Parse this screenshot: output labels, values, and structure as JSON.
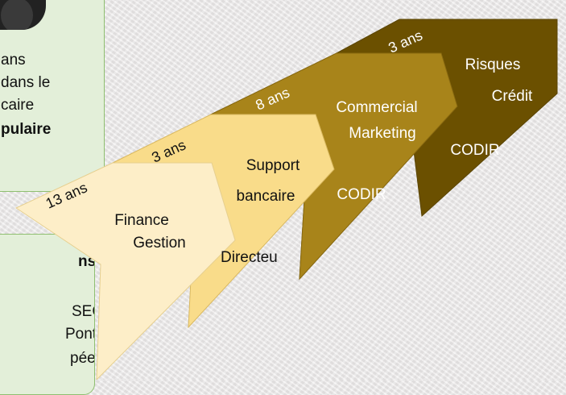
{
  "colors": {
    "stage1": "#fdeec8",
    "stage2": "#f9dc8a",
    "stage3": "#a8841a",
    "stage4": "#7f6014",
    "stage5": "#6b5000",
    "card_bg": "#e3efd9",
    "card_border": "#8fbf70"
  },
  "top_card": {
    "lines": [
      "ans",
      "dans le",
      "caire",
      "pulaire"
    ]
  },
  "bottom_card": {
    "lines": [
      "ns",
      "SEC",
      "Ponts",
      "pées"
    ]
  },
  "stages": [
    {
      "duration": "13 ans",
      "line1": "Finance",
      "line2": "Gestion",
      "line3": ""
    },
    {
      "duration": "3 ans",
      "line1": "Support",
      "line2": "bancaire",
      "line3": "Directeu"
    },
    {
      "duration": "8 ans",
      "line1": "Commercial",
      "line2": "Marketing",
      "line3": "CODIR"
    },
    {
      "duration": "3 ans",
      "line1": "Risques",
      "line2": "Crédit",
      "line3": "CODIR"
    }
  ]
}
